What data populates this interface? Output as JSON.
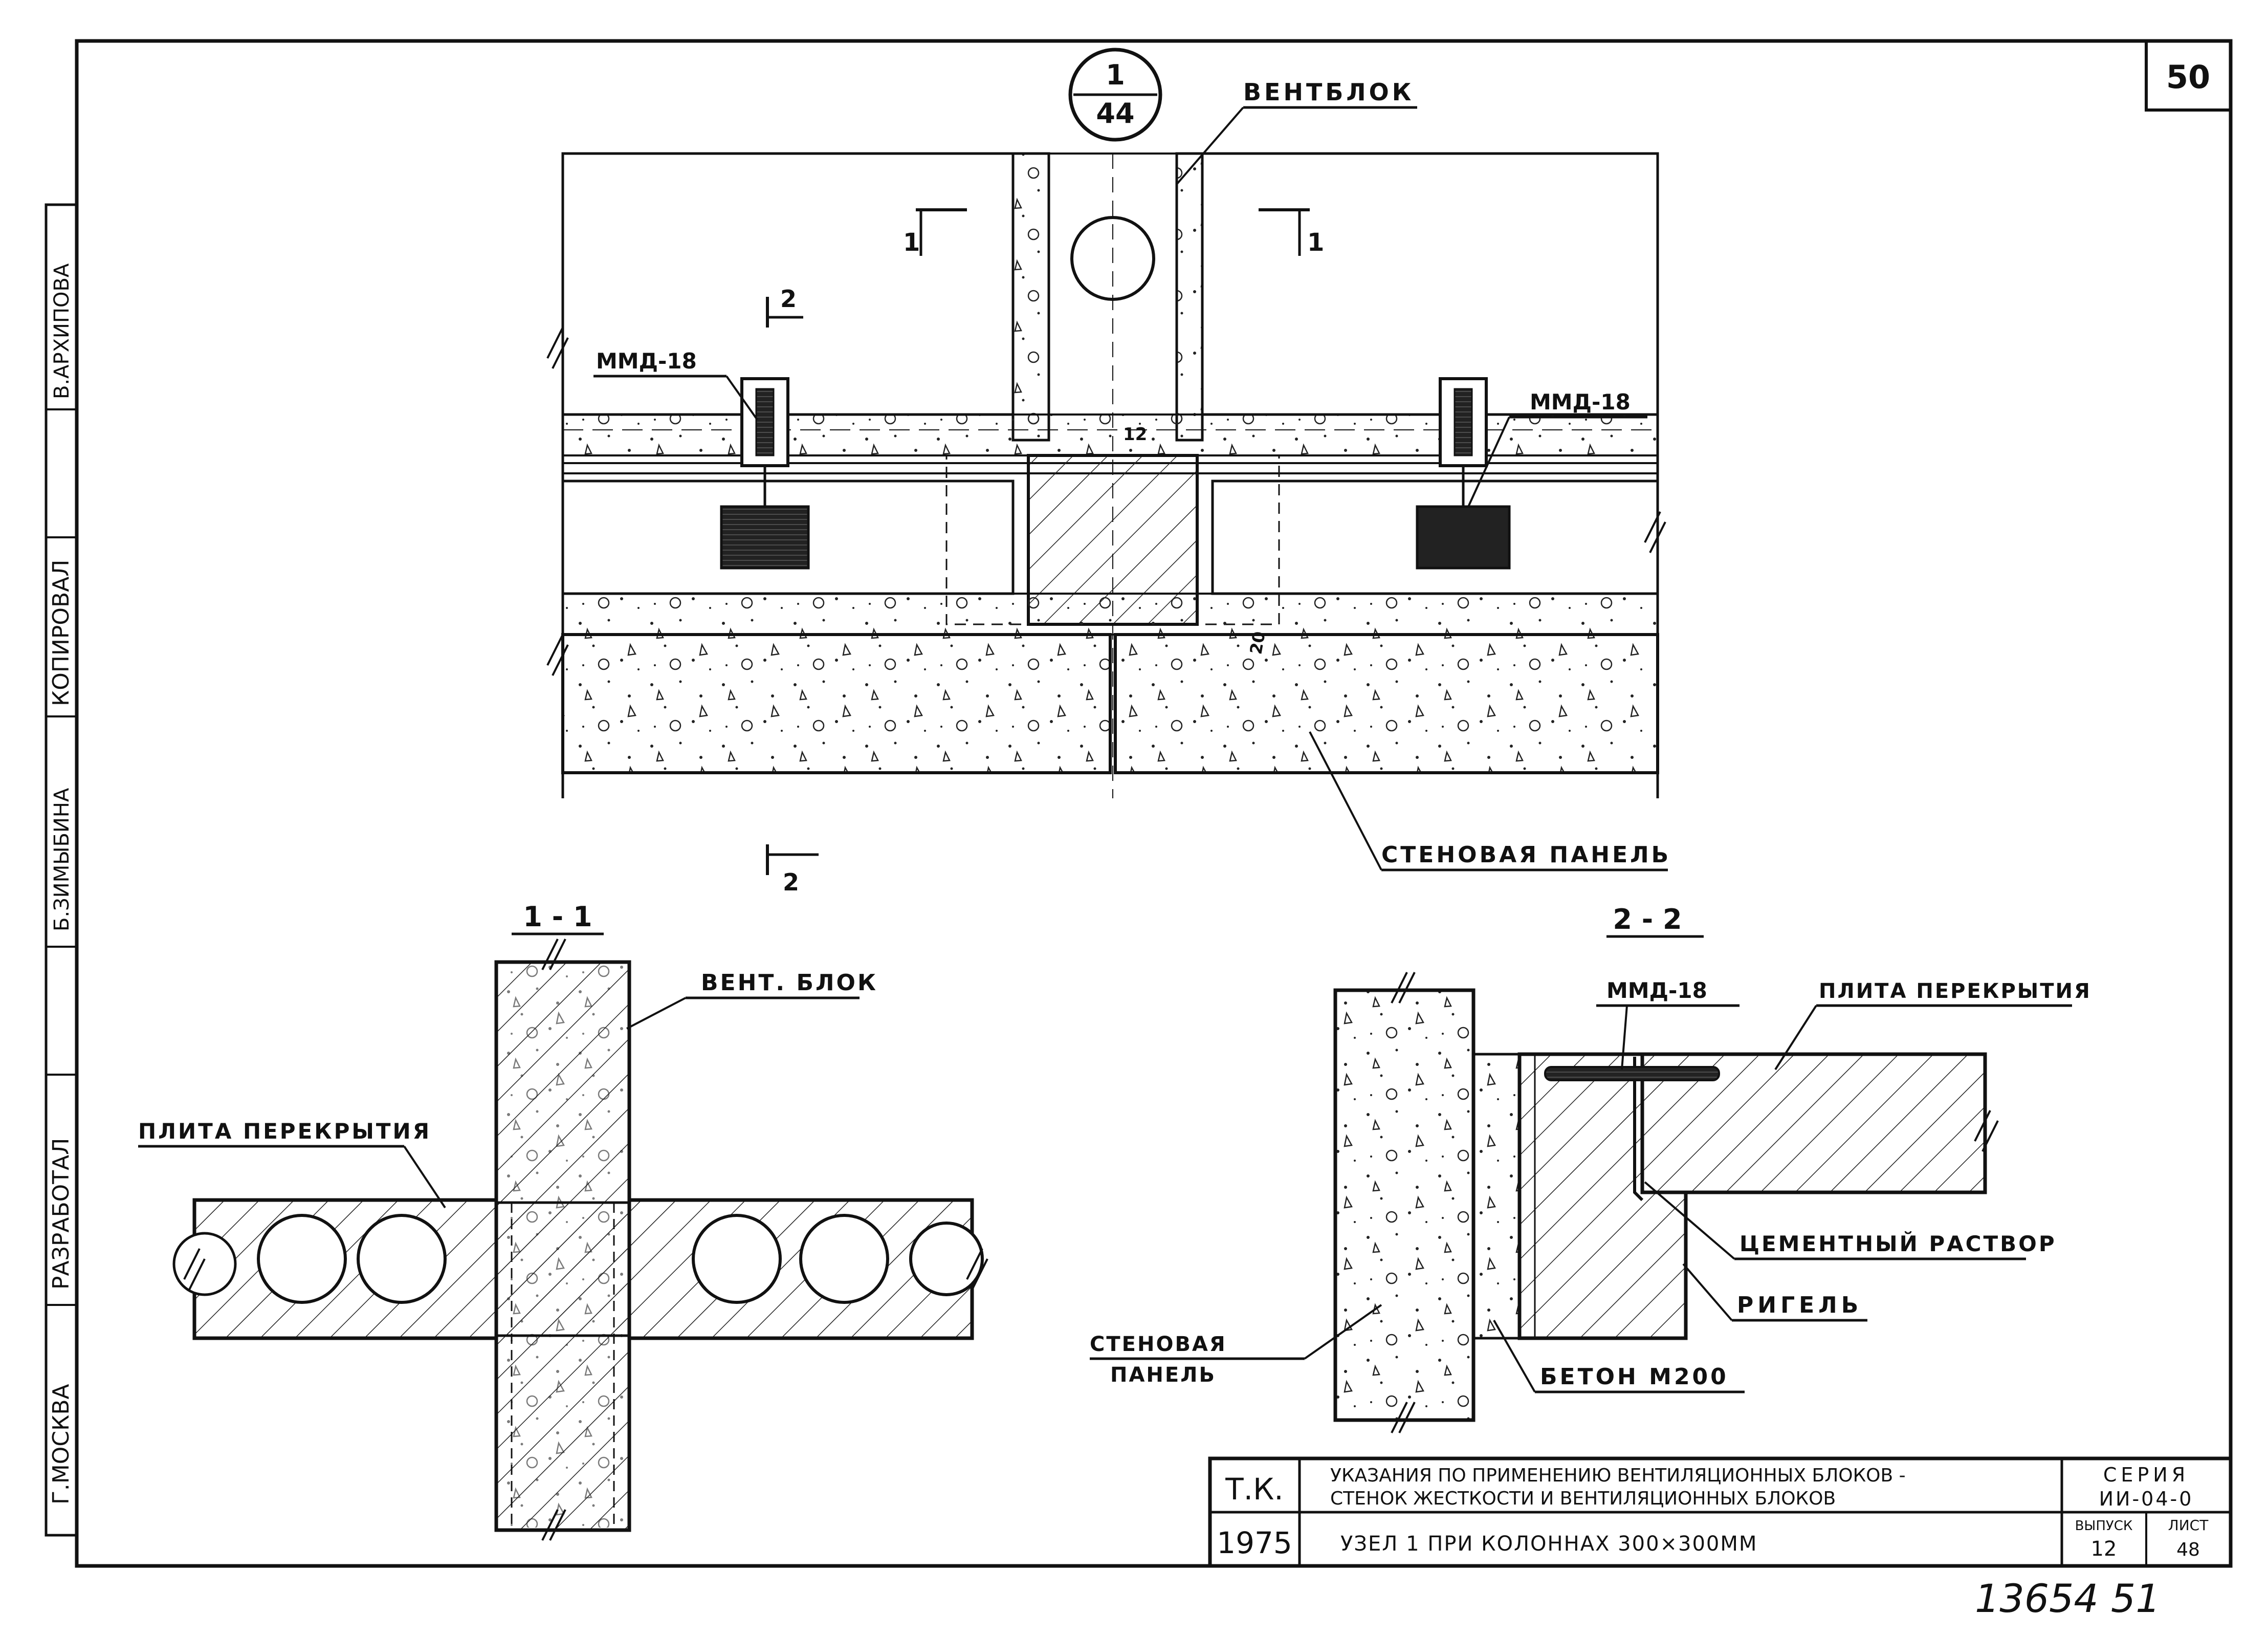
{
  "sheet": {
    "page_number": "50",
    "node_ref_top": "1",
    "node_ref_bottom": "44",
    "handwritten_number": "13654 51"
  },
  "side_stamp": {
    "city": "Г.МОСКВА",
    "developed_label": "РАЗРАБОТАЛ",
    "developed_name": "Б.ЗИМЫБИНА",
    "copied_label": "КОПИРОВАЛ",
    "copied_name": "В.АРХИПОВА"
  },
  "plan": {
    "vent_block_label": "ВЕНТБЛОК",
    "mmd_left": "ММД-18",
    "mmd_right": "ММД-18",
    "section_1_left": "1",
    "section_1_right": "1",
    "section_2_top": "2",
    "section_2_bottom": "2",
    "dim_12": "12",
    "dim_20": "20",
    "wall_panel_label": "СТЕНОВАЯ ПАНЕЛЬ"
  },
  "section_1_1": {
    "title": "1 - 1",
    "vent_block_label": "ВЕНТ. БЛОК",
    "slab_label": "ПЛИТА ПЕРЕКРЫТИЯ"
  },
  "section_2_2": {
    "title": "2 - 2",
    "mmd_label": "ММД-18",
    "slab_label": "ПЛИТА ПЕРЕКРЫТИЯ",
    "cement_label": "ЦЕМЕНТНЫЙ РАСТВОР",
    "rigel_label": "РИГЕЛЬ",
    "concrete_label": "БЕТОН М200",
    "wall_panel_line1": "СТЕНОВАЯ",
    "wall_panel_line2": "ПАНЕЛЬ"
  },
  "title_block": {
    "org": "Т.К.",
    "year": "1975",
    "title_line1": "УКАЗАНИЯ ПО ПРИМЕНЕНИЮ ВЕНТИЛЯЦИОННЫХ БЛОКОВ -",
    "title_line2": "СТЕНОК ЖЕСТКОСТИ И ВЕНТИЛЯЦИОННЫХ БЛОКОВ",
    "subtitle": "УЗЕЛ 1  ПРИ  КОЛОННАХ  300×300ММ",
    "series_label": "СЕРИЯ",
    "series_value": "ИИ-04-0",
    "issue_label": "ВЫПУСК",
    "issue_value": "12",
    "sheet_label": "ЛИСТ",
    "sheet_value": "48"
  }
}
